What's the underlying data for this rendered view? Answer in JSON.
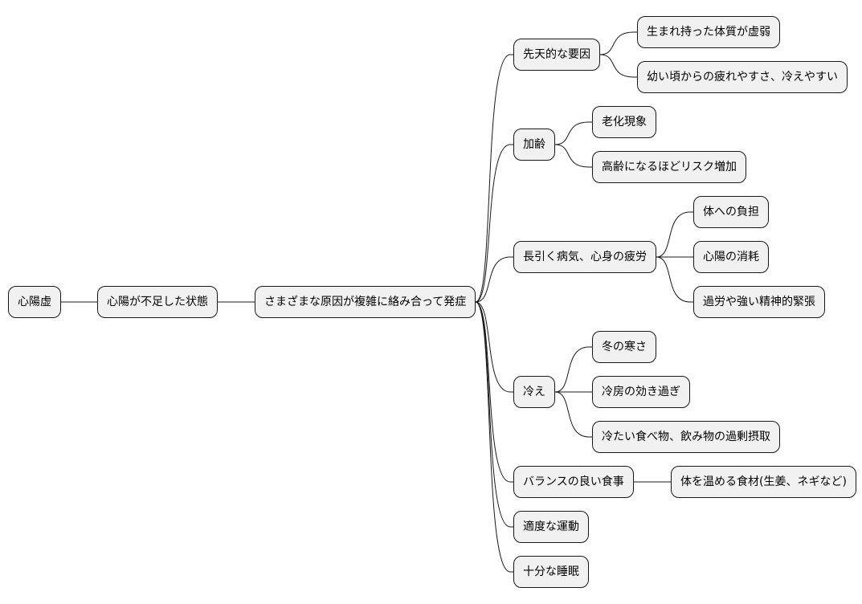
{
  "nodes": [
    {
      "id": "root",
      "label": "心陽虚"
    },
    {
      "id": "n1",
      "label": "心陽が不足した状態"
    },
    {
      "id": "n2",
      "label": "さまざまな原因が複雑に絡み合って発症"
    },
    {
      "id": "c1",
      "label": "先天的な要因"
    },
    {
      "id": "c1a",
      "label": "生まれ持った体質が虚弱"
    },
    {
      "id": "c1b",
      "label": "幼い頃からの疲れやすさ、冷えやすい"
    },
    {
      "id": "c2",
      "label": "加齢"
    },
    {
      "id": "c2a",
      "label": "老化現象"
    },
    {
      "id": "c2b",
      "label": "高齢になるほどリスク増加"
    },
    {
      "id": "c3",
      "label": "長引く病気、心身の疲労"
    },
    {
      "id": "c3a",
      "label": "体への負担"
    },
    {
      "id": "c3b",
      "label": "心陽の消耗"
    },
    {
      "id": "c3c",
      "label": "過労や強い精神的緊張"
    },
    {
      "id": "c4",
      "label": "冷え"
    },
    {
      "id": "c4a",
      "label": "冬の寒さ"
    },
    {
      "id": "c4b",
      "label": "冷房の効き過ぎ"
    },
    {
      "id": "c4c",
      "label": "冷たい食べ物、飲み物の過剰摂取"
    },
    {
      "id": "c5",
      "label": "バランスの良い食事"
    },
    {
      "id": "c5a",
      "label": "体を温める食材(生姜、ネギなど)"
    },
    {
      "id": "c6",
      "label": "適度な運動"
    },
    {
      "id": "c7",
      "label": "十分な睡眠"
    }
  ],
  "edges": [
    [
      "root",
      "n1"
    ],
    [
      "n1",
      "n2"
    ],
    [
      "n2",
      "c1"
    ],
    [
      "n2",
      "c2"
    ],
    [
      "n2",
      "c3"
    ],
    [
      "n2",
      "c4"
    ],
    [
      "n2",
      "c5"
    ],
    [
      "n2",
      "c6"
    ],
    [
      "n2",
      "c7"
    ],
    [
      "c1",
      "c1a"
    ],
    [
      "c1",
      "c1b"
    ],
    [
      "c2",
      "c2a"
    ],
    [
      "c2",
      "c2b"
    ],
    [
      "c3",
      "c3a"
    ],
    [
      "c3",
      "c3b"
    ],
    [
      "c3",
      "c3c"
    ],
    [
      "c4",
      "c4a"
    ],
    [
      "c4",
      "c4b"
    ],
    [
      "c4",
      "c4c"
    ],
    [
      "c5",
      "c5a"
    ]
  ],
  "colors": {
    "node_fill": "#f1f1f1",
    "stroke": "#181818"
  }
}
